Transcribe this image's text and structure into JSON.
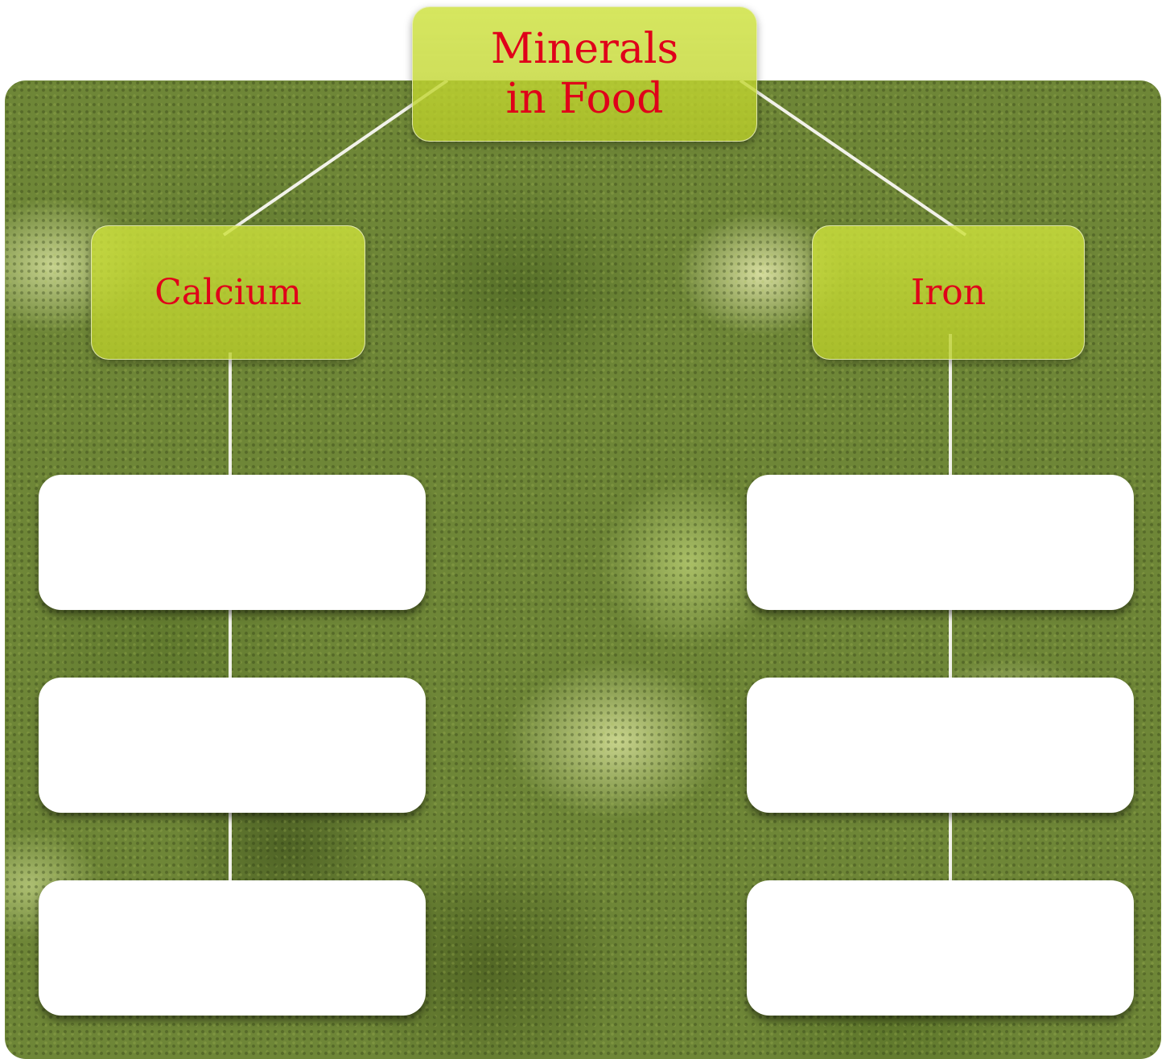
{
  "diagram": {
    "root": {
      "line1": "Minerals",
      "line2": "in Food"
    },
    "branches": [
      {
        "label": "Calcium",
        "blank_boxes": 3
      },
      {
        "label": "Iron",
        "blank_boxes": 3
      }
    ]
  },
  "colors": {
    "node_fill": "#c8dc3c",
    "node_text": "#e0001a",
    "connector": "#f2f2ea",
    "answer_box": "#ffffff",
    "photo_base": "#6e8637"
  }
}
